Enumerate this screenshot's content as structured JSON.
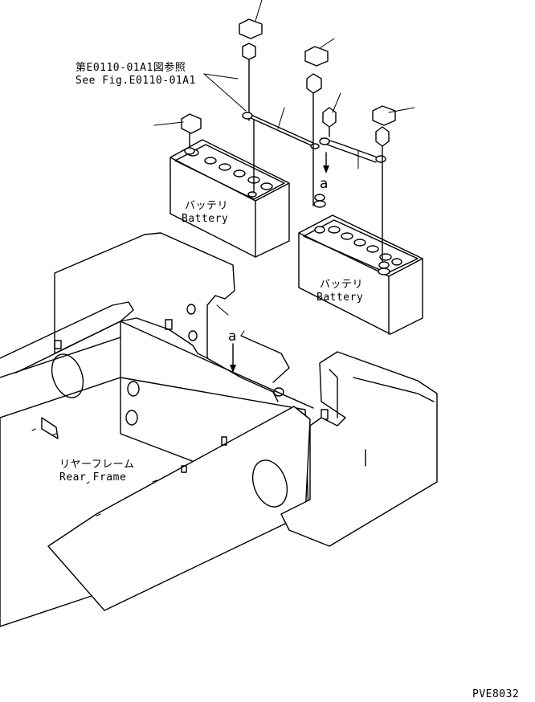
{
  "reference": {
    "jp": "第E0110-01A1図参照",
    "en": "See Fig.E0110-01A1"
  },
  "battery_left": {
    "jp": "バッテリ",
    "en": "Battery"
  },
  "battery_right": {
    "jp": "バッテリ",
    "en": "Battery"
  },
  "frame": {
    "jp": "リヤーフレーム",
    "en": "Rear Frame"
  },
  "markers": {
    "a_top": "a",
    "a_bottom": "a"
  },
  "drawing_code": "PVE8032"
}
